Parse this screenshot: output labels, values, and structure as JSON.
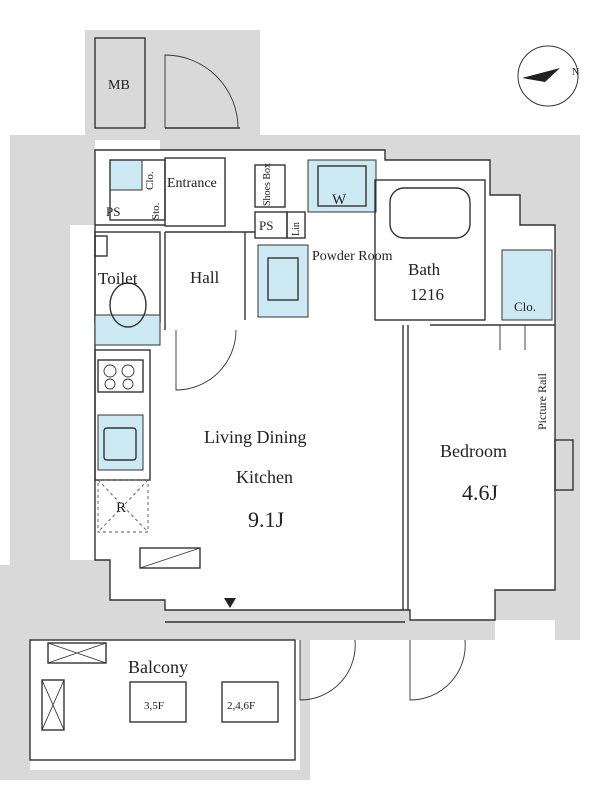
{
  "rooms": {
    "mb": "MB",
    "entrance": "Entrance",
    "closet_small": "Clo.",
    "storage": "Sto.",
    "shoes_box": "Shoes Box",
    "ps_left": "PS",
    "ps_mid": "PS",
    "lin": "Lin",
    "washer": "W",
    "powder_room": "Powder Room",
    "bath": "Bath",
    "bath_size": "1216",
    "toilet": "Toilet",
    "hall": "Hall",
    "closet_bedroom": "Clo.",
    "picture_rail": "Picture Rail",
    "ldk_line1": "Living Dining",
    "ldk_line2": "Kitchen",
    "ldk_size": "9.1J",
    "bedroom": "Bedroom",
    "bedroom_size": "4.6J",
    "fridge": "R",
    "balcony": "Balcony",
    "ac_floors_a": "3,5F",
    "ac_floors_b": "2,4,6F"
  },
  "colors": {
    "wall": "#d9d9d9",
    "fixture_blue": "#cde9f3",
    "line": "#333333"
  },
  "icons": [
    "compass-north-icon",
    "entrance-arrow-icon"
  ]
}
